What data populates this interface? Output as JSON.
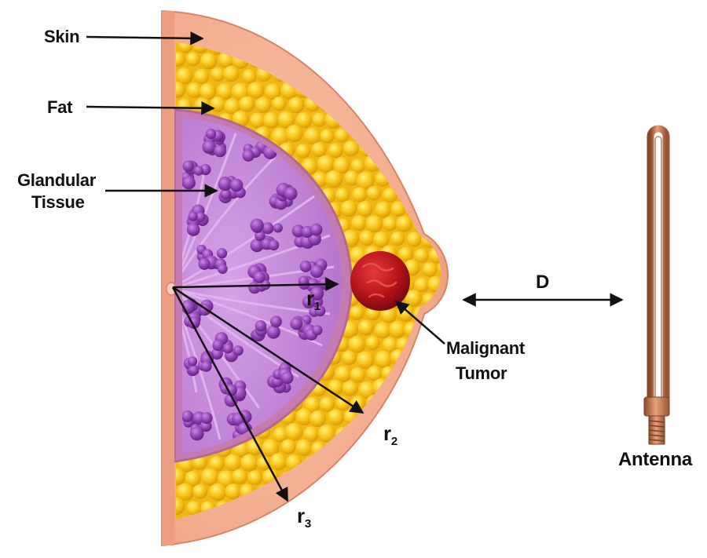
{
  "labels": {
    "skin": "Skin",
    "fat": "Fat",
    "glandular_line1": "Glandular",
    "glandular_line2": "Tissue",
    "tumor_line1": "Malignant",
    "tumor_line2": "Tumor",
    "distance": "D",
    "antenna": "Antenna",
    "r1_base": "r",
    "r1_sub": "1",
    "r2_base": "r",
    "r2_sub": "2",
    "r3_base": "r",
    "r3_sub": "3"
  },
  "colors": {
    "skin": "#f2a98b",
    "skin_edge": "#e08a6c",
    "fat": "#f7c51a",
    "fat_highlight": "#fff27a",
    "glandular": "#8e3fb0",
    "glandular_bg": "#c48ad8",
    "tumor": "#b3121b",
    "copper": "#c8744a",
    "arrow": "#111111"
  },
  "icons": {
    "antenna": "copper-dipole-antenna-icon"
  }
}
